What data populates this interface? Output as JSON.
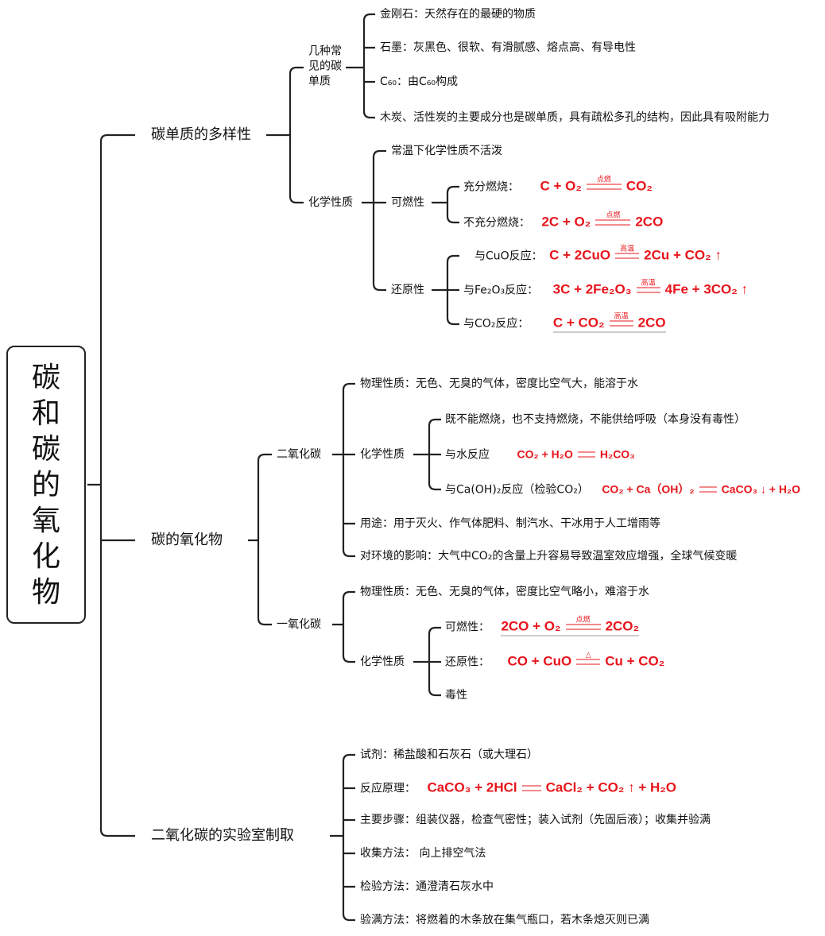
{
  "root": {
    "title": [
      "碳",
      "和",
      "碳",
      "的",
      "氧",
      "化",
      "物"
    ]
  },
  "b1": {
    "label": "碳单质的多样性",
    "common": {
      "label": [
        "几种常",
        "见的碳",
        "单质"
      ],
      "items": [
        "金刚石：天然存在的最硬的物质",
        "石墨：灰黑色、很软、有滑腻感、熔点高、有导电性",
        "C₆₀：由C₆₀构成",
        "木炭、活性炭的主要成分也是碳单质，具有疏松多孔的结构，因此具有吸附能力"
      ]
    },
    "chem": {
      "label": "化学性质",
      "inert": "常温下化学性质不活泼",
      "combust": {
        "label": "可燃性",
        "full": {
          "label": "充分燃烧：",
          "lhs": "C + O₂",
          "cond": "点燃",
          "rhs": "CO₂"
        },
        "partial": {
          "label": "不充分燃烧：",
          "lhs": "2C + O₂",
          "cond": "点燃",
          "rhs": "2CO"
        }
      },
      "reduce": {
        "label": "还原性",
        "cuo": {
          "label": "与CuO反应：",
          "lhs": "C + 2CuO",
          "cond": "高温",
          "rhs": "2Cu + CO₂ ↑"
        },
        "fe2o3": {
          "label": "与Fe₂O₃反应：",
          "lhs": "3C + 2Fe₂O₃",
          "cond": "高温",
          "rhs": "4Fe + 3CO₂ ↑"
        },
        "co2": {
          "label": "与CO₂反应：",
          "lhs": "C + CO₂",
          "cond": "高温",
          "rhs": "2CO"
        }
      }
    }
  },
  "b2": {
    "label": "碳的氧化物",
    "co2": {
      "label": "二氧化碳",
      "phys": "物理性质：无色、无臭的气体，密度比空气大，能溶于水",
      "chem": {
        "label": "化学性质",
        "i1": "既不能燃烧，也不支持燃烧，不能供给呼吸（本身没有毒性）",
        "water": {
          "label": "与水反应",
          "lhs": "CO₂ + H₂O",
          "cond": "",
          "rhs": "H₂CO₃"
        },
        "lime": {
          "label": "与Ca(OH)₂反应（检验CO₂）",
          "lhs": "CO₂ + Ca（OH）₂",
          "cond": "",
          "rhs": "CaCO₃ ↓ + H₂O"
        }
      },
      "use": "用途：用于灭火、作气体肥料、制汽水、干冰用于人工增雨等",
      "env": "对环境的影响：大气中CO₂的含量上升容易导致温室效应增强，全球气候变暖"
    },
    "co": {
      "label": "一氧化碳",
      "phys": "物理性质：无色、无臭的气体，密度比空气略小，难溶于水",
      "chem": {
        "label": "化学性质",
        "combust": {
          "label": "可燃性：",
          "lhs": "2CO + O₂",
          "cond": "点燃",
          "rhs": "2CO₂"
        },
        "reduce": {
          "label": "还原性：",
          "lhs": "CO + CuO",
          "cond": "△",
          "rhs": "Cu + CO₂"
        },
        "toxic": "毒性"
      }
    }
  },
  "b3": {
    "label": "二氧化碳的实验室制取",
    "reagent": "试剂：稀盐酸和石灰石（或大理石）",
    "principle": {
      "label": "反应原理：",
      "lhs": "CaCO₃ + 2HCl",
      "cond": "",
      "rhs": "CaCl₂ + CO₂ ↑ + H₂O"
    },
    "steps": "主要步骤：组装仪器，检查气密性；装入试剂（先固后液）；收集并验满",
    "collect": "收集方法： 向上排空气法",
    "test": "检验方法：通澄清石灰水中",
    "full": "验满方法：将燃着的木条放在集气瓶口，若木条熄灭则已满"
  },
  "colors": {
    "equation": "#e8141b",
    "line": "#222222"
  }
}
